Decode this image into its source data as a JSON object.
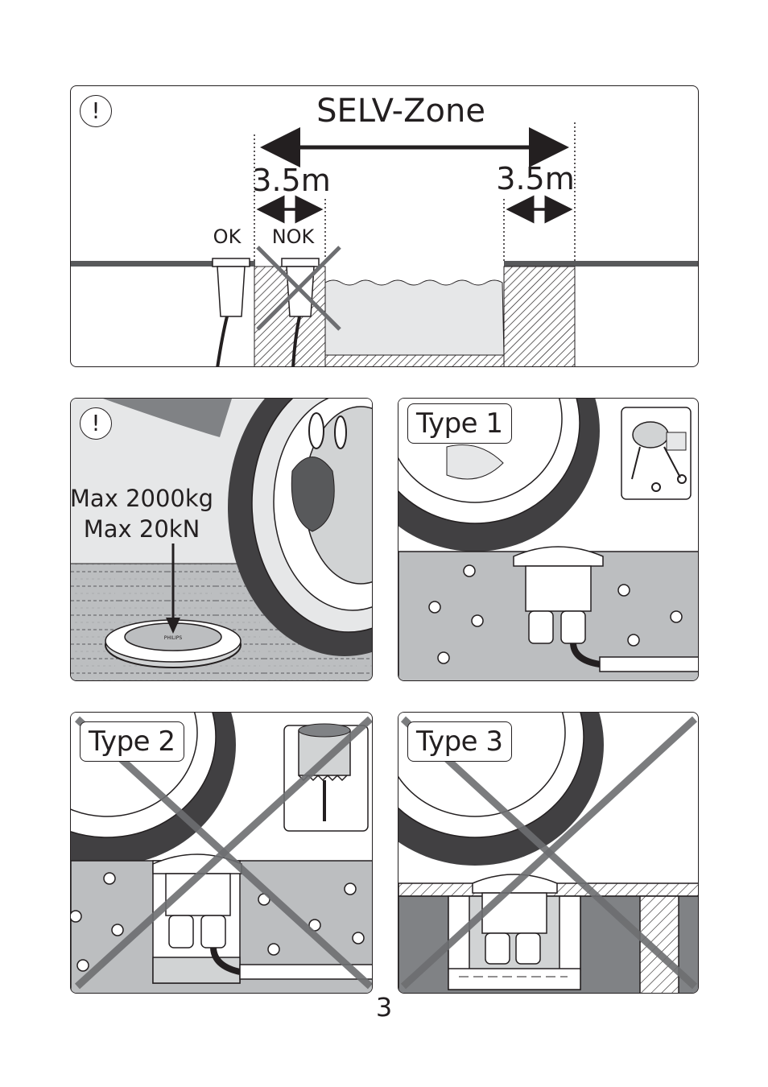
{
  "selv_panel": {
    "warning_symbol": "!",
    "title": "SELV-Zone",
    "distance_left": "3.5m",
    "distance_right": "3.5m",
    "ok_label": "OK",
    "nok_label": "NOK"
  },
  "load_panel": {
    "warning_symbol": "!",
    "max_weight": "Max 2000kg",
    "max_force": "Max 20kN",
    "fixture_brand": "PHILIPS"
  },
  "type1_panel": {
    "label": "Type 1",
    "icon": "concrete-mixer-icon"
  },
  "type2_panel": {
    "label": "Type 2",
    "icon": "core-drill-icon",
    "crossed_out": true
  },
  "type3_panel": {
    "label": "Type 3",
    "crossed_out": true
  },
  "page_number": "3",
  "colors": {
    "line": "#231f20",
    "concrete": "#bcbec0",
    "light_gray": "#e6e7e8",
    "cross": "#6d6e71"
  }
}
